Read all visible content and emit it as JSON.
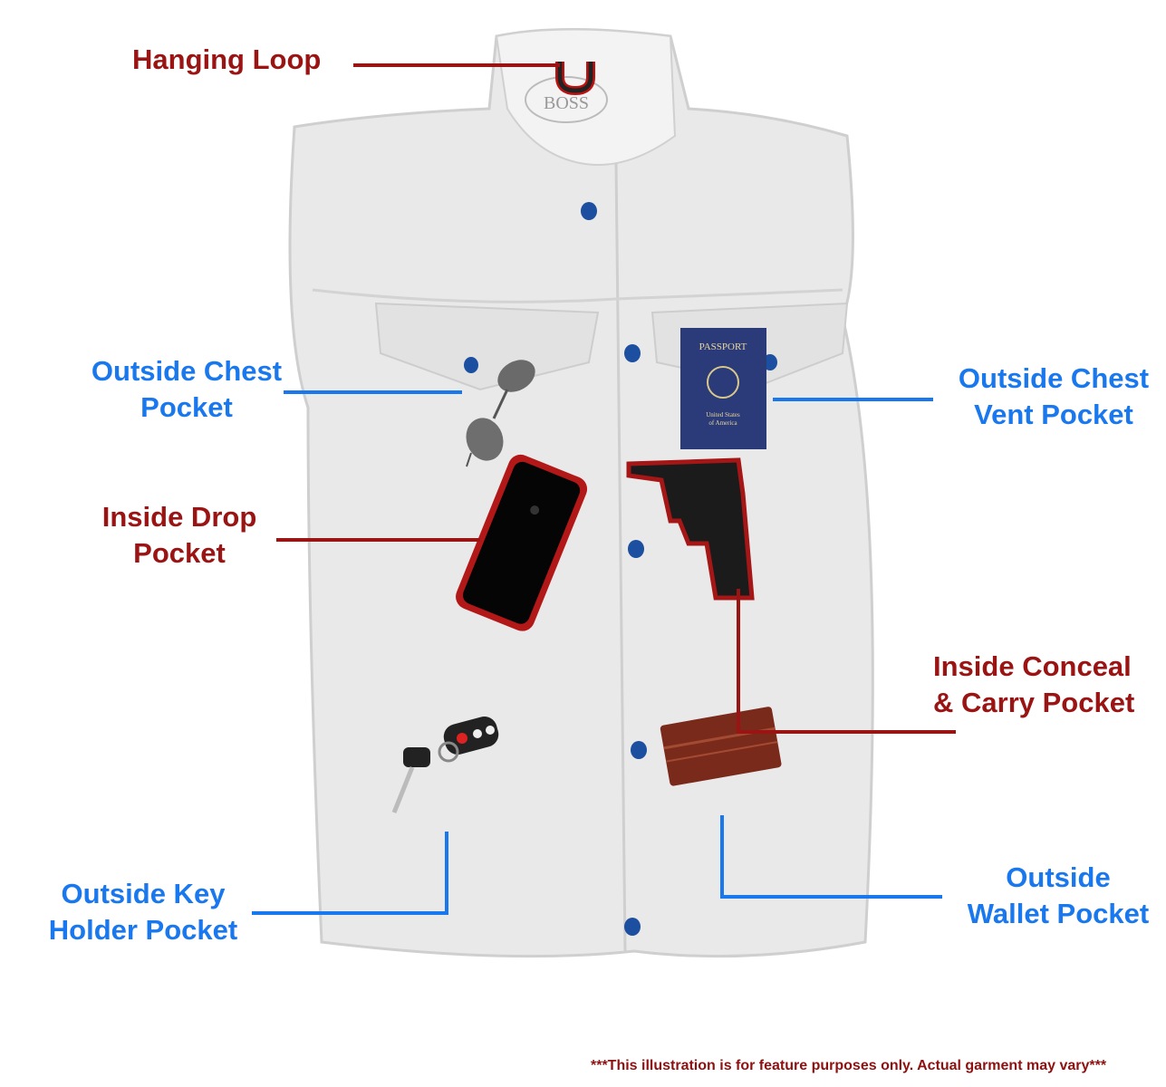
{
  "labels": {
    "hanging_loop": "Hanging Loop",
    "outside_chest_pocket": [
      "Outside Chest",
      "Pocket"
    ],
    "outside_chest_vent_pocket": [
      "Outside Chest",
      "Vent Pocket"
    ],
    "inside_drop_pocket": [
      "Inside Drop",
      "Pocket"
    ],
    "inside_conceal_carry_pocket": [
      "Inside Conceal",
      "& Carry Pocket"
    ],
    "outside_key_holder_pocket": [
      "Outside Key",
      "Holder Pocket"
    ],
    "outside_wallet_pocket": [
      "Outside",
      "Wallet Pocket"
    ]
  },
  "passport": {
    "title": "PASSPORT",
    "line1": "United States",
    "line2": "of America"
  },
  "logo_text": "BOSS",
  "disclaimer": "***This illustration is for feature purposes only.  Actual garment may vary***",
  "colors": {
    "inside_label": "#9b1414",
    "outside_label": "#1a78ee",
    "vest": "#e6e6e6",
    "snap": "#1c4fa0"
  }
}
